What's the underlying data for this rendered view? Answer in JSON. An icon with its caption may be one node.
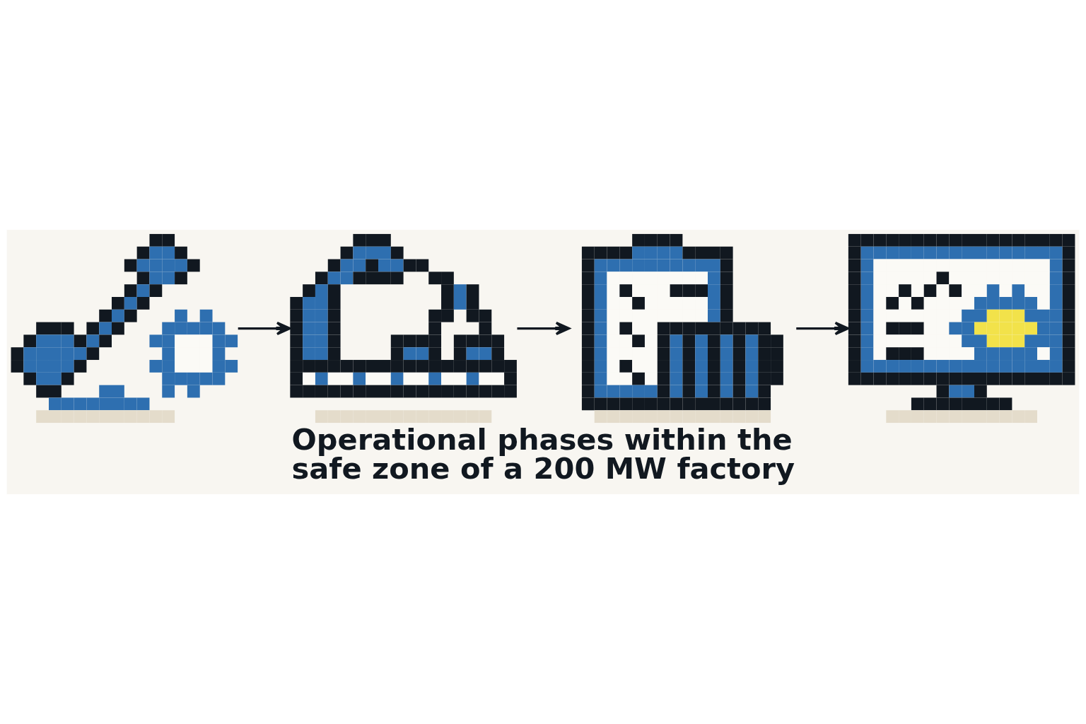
{
  "diagram": {
    "caption": "Operational phases within the safe zone of a 200 MW factory",
    "nodes": [
      {
        "text": [],
        "shape": "picture"
      },
      {
        "text": [],
        "shape": "picture"
      },
      {
        "text": [],
        "shape": "picture"
      },
      {
        "text": [],
        "shape": "picture"
      }
    ],
    "edges": [
      {
        "from": 0,
        "to": 1,
        "arrow": "to"
      },
      {
        "from": 1,
        "to": 2,
        "arrow": "to"
      },
      {
        "from": 2,
        "to": 3,
        "arrow": "to"
      }
    ]
  }
}
